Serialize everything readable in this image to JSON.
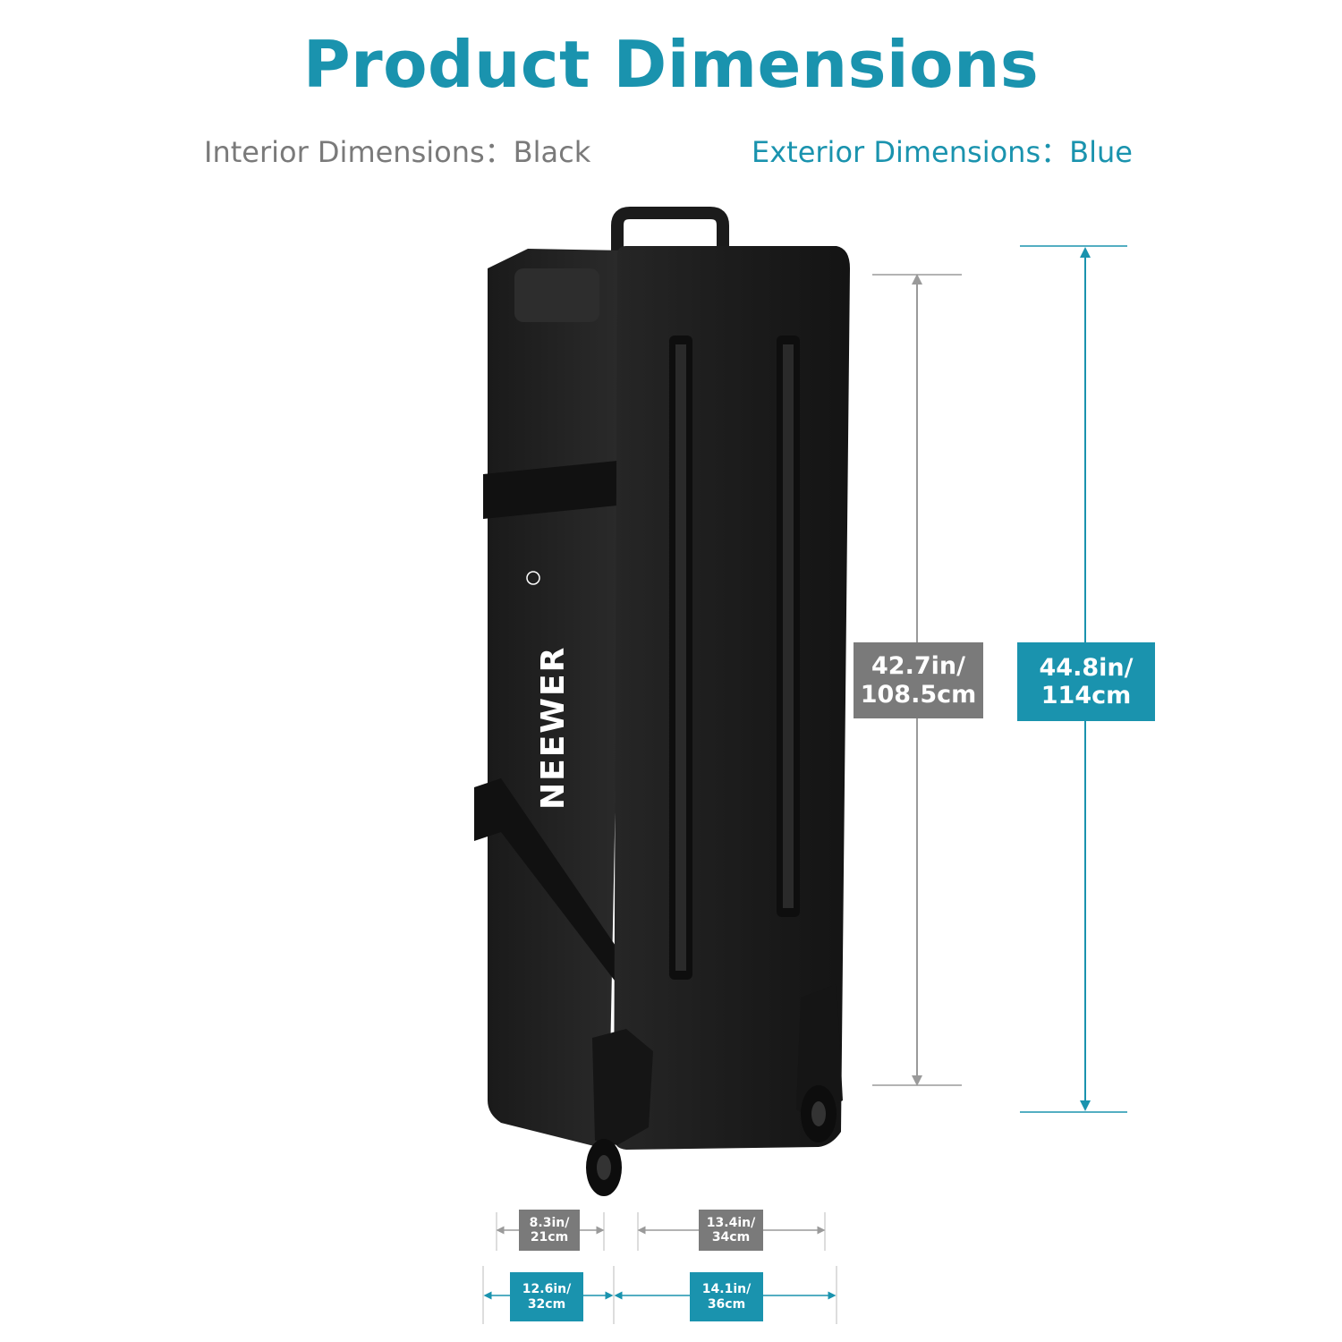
{
  "header": {
    "title": "Product Dimensions",
    "interior_legend": "Interior Dimensions：Black",
    "exterior_legend": "Exterior Dimensions：Blue"
  },
  "product": {
    "brand": "NEEWER",
    "trademark": "R"
  },
  "dimensions": {
    "interior_height": {
      "line1": "42.7in/",
      "line2": "108.5cm"
    },
    "exterior_height": {
      "line1": "44.8in/",
      "line2": "114cm"
    },
    "interior_depth": {
      "line1": "8.3in/",
      "line2": "21cm"
    },
    "interior_width": {
      "line1": "13.4in/",
      "line2": "34cm"
    },
    "exterior_depth": {
      "line1": "12.6in/",
      "line2": "32cm"
    },
    "exterior_width": {
      "line1": "14.1in/",
      "line2": "36cm"
    }
  },
  "colors": {
    "accent": "#1a93ae",
    "interior": "#7a7a7a",
    "bag": "#1c1c1c"
  }
}
